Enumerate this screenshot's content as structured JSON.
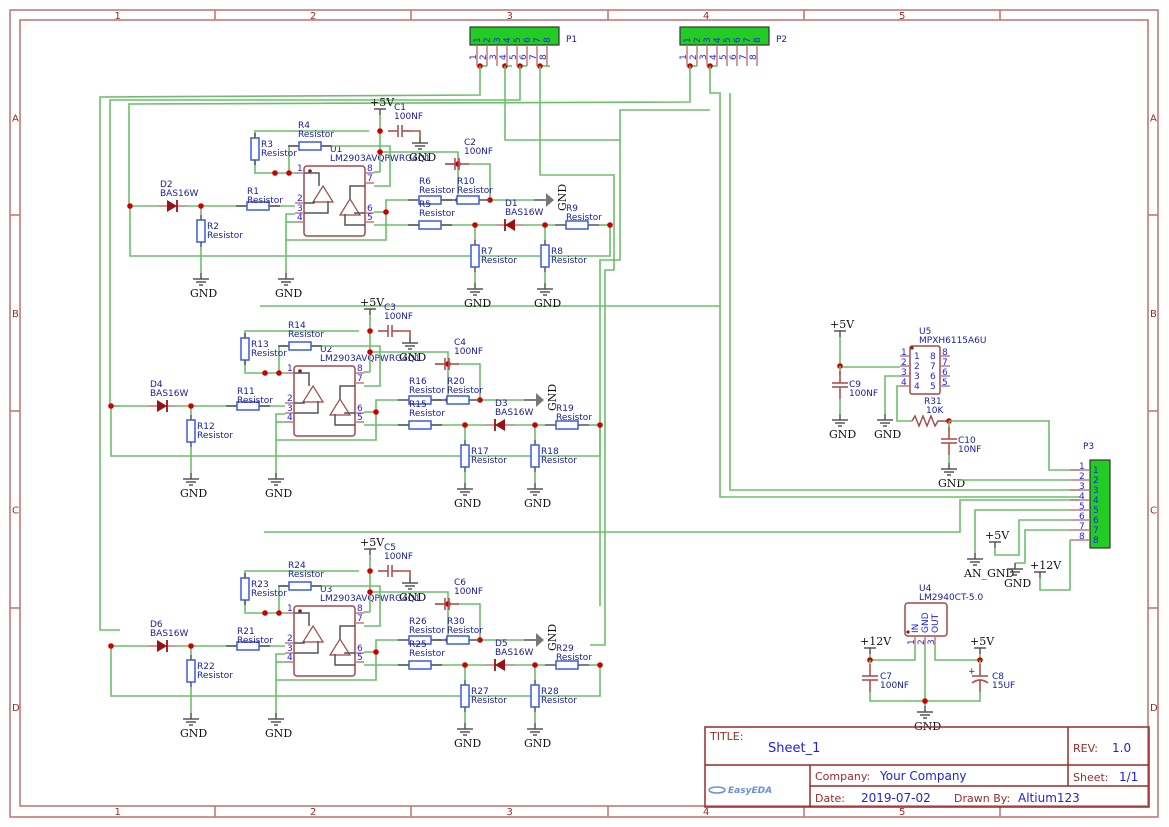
{
  "frame": {
    "columns": [
      "1",
      "2",
      "3",
      "4",
      "5"
    ],
    "rows": [
      "A",
      "B",
      "C",
      "D"
    ]
  },
  "title_block": {
    "title_label": "TITLE:",
    "title": "Sheet_1",
    "rev_label": "REV:",
    "rev": "1.0",
    "company_label": "Company:",
    "company": "Your Company",
    "sheet_label": "Sheet:",
    "sheet": "1/1",
    "date_label": "Date:",
    "date": "2019-07-02",
    "drawn_by_label": "Drawn By:",
    "drawn_by": "Altium123",
    "logo": "EasyEDA"
  },
  "connectors": [
    {
      "ref": "P1",
      "pins": [
        "1",
        "2",
        "3",
        "4",
        "5",
        "6",
        "7",
        "8"
      ]
    },
    {
      "ref": "P2",
      "pins": [
        "1",
        "2",
        "3",
        "4",
        "5",
        "6",
        "7",
        "8"
      ]
    },
    {
      "ref": "P3",
      "pins": [
        "1",
        "2",
        "3",
        "4",
        "5",
        "6",
        "7",
        "8"
      ]
    }
  ],
  "channels": [
    {
      "opamp": {
        "ref": "U1",
        "value": "LM2903AVQPWRG4Q1"
      },
      "input_diode": {
        "ref": "D2",
        "value": "BAS16W"
      },
      "out_diode": {
        "ref": "D1",
        "value": "BAS16W"
      },
      "cap_vcc": {
        "ref": "C1",
        "value": "100NF"
      },
      "cap_fb": {
        "ref": "C2",
        "value": "100NF"
      },
      "resistors": [
        {
          "ref": "R1",
          "value": "Resistor"
        },
        {
          "ref": "R2",
          "value": "Resistor"
        },
        {
          "ref": "R3",
          "value": "Resistor"
        },
        {
          "ref": "R4",
          "value": "Resistor"
        },
        {
          "ref": "R6",
          "value": "Resistor"
        },
        {
          "ref": "R10",
          "value": "Resistor"
        },
        {
          "ref": "R5",
          "value": "Resistor"
        },
        {
          "ref": "R9",
          "value": "Resistor"
        },
        {
          "ref": "R7",
          "value": "Resistor"
        },
        {
          "ref": "R8",
          "value": "Resistor"
        }
      ]
    },
    {
      "opamp": {
        "ref": "U2",
        "value": "LM2903AVQPWRG4Q1"
      },
      "input_diode": {
        "ref": "D4",
        "value": "BAS16W"
      },
      "out_diode": {
        "ref": "D3",
        "value": "BAS16W"
      },
      "cap_vcc": {
        "ref": "C3",
        "value": "100NF"
      },
      "cap_fb": {
        "ref": "C4",
        "value": "100NF"
      },
      "resistors": [
        {
          "ref": "R11",
          "value": "Resistor"
        },
        {
          "ref": "R12",
          "value": "Resistor"
        },
        {
          "ref": "R13",
          "value": "Resistor"
        },
        {
          "ref": "R14",
          "value": "Resistor"
        },
        {
          "ref": "R16",
          "value": "Resistor"
        },
        {
          "ref": "R20",
          "value": "Resistor"
        },
        {
          "ref": "R15",
          "value": "Resistor"
        },
        {
          "ref": "R19",
          "value": "Resistor"
        },
        {
          "ref": "R17",
          "value": "Resistor"
        },
        {
          "ref": "R18",
          "value": "Resistor"
        }
      ]
    },
    {
      "opamp": {
        "ref": "U3",
        "value": "LM2903AVQPWRG4Q1"
      },
      "input_diode": {
        "ref": "D6",
        "value": "BAS16W"
      },
      "out_diode": {
        "ref": "D5",
        "value": "BAS16W"
      },
      "cap_vcc": {
        "ref": "C5",
        "value": "100NF"
      },
      "cap_fb": {
        "ref": "C6",
        "value": "100NF"
      },
      "resistors": [
        {
          "ref": "R21",
          "value": "Resistor"
        },
        {
          "ref": "R22",
          "value": "Resistor"
        },
        {
          "ref": "R23",
          "value": "Resistor"
        },
        {
          "ref": "R24",
          "value": "Resistor"
        },
        {
          "ref": "R26",
          "value": "Resistor"
        },
        {
          "ref": "R30",
          "value": "Resistor"
        },
        {
          "ref": "R25",
          "value": "Resistor"
        },
        {
          "ref": "R29",
          "value": "Resistor"
        },
        {
          "ref": "R27",
          "value": "Resistor"
        },
        {
          "ref": "R28",
          "value": "Resistor"
        }
      ]
    }
  ],
  "opamp_pins": [
    "1",
    "2",
    "3",
    "4",
    "8",
    "7",
    "6",
    "5"
  ],
  "sensor": {
    "ic": {
      "ref": "U5",
      "value": "MPXH6115A6U",
      "pins_left": [
        "1",
        "2",
        "3",
        "4"
      ],
      "pins_right": [
        "8",
        "7",
        "6",
        "5"
      ]
    },
    "r31": {
      "ref": "R31",
      "value": "10K"
    },
    "c9": {
      "ref": "C9",
      "value": "100NF"
    },
    "c10": {
      "ref": "C10",
      "value": "10NF"
    }
  },
  "regulator": {
    "ic": {
      "ref": "U4",
      "value": "LM2940CT-5.0",
      "pins": [
        "IN",
        "GND",
        "OUT"
      ],
      "pin_nums": [
        "1",
        "2",
        "3"
      ]
    },
    "c7": {
      "ref": "C7",
      "value": "100NF"
    },
    "c8": {
      "ref": "C8",
      "value": "15UF"
    }
  },
  "power_labels": {
    "vcc": "+5V",
    "v12": "+12V",
    "gnd": "GND",
    "an_gnd": "AN_GND"
  }
}
